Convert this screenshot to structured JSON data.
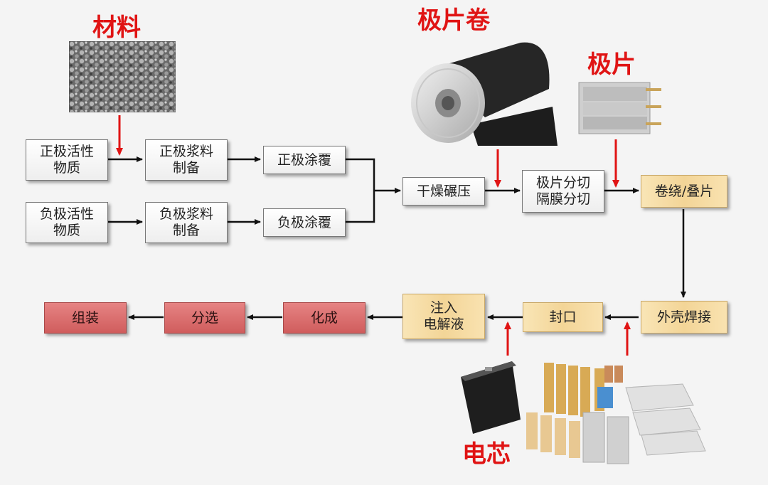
{
  "labels": {
    "material": "材料",
    "electrode_roll": "极片卷",
    "electrode": "极片",
    "cell": "电芯"
  },
  "steps": {
    "pos_active": "正极活性\n物质",
    "neg_active": "负极活性\n物质",
    "pos_slurry": "正极浆料\n制备",
    "neg_slurry": "负极浆料\n制备",
    "pos_coat": "正极涂覆",
    "neg_coat": "负极涂覆",
    "dry_roll": "干燥碾压",
    "cut": "极片分切\n隔膜分切",
    "wind": "卷绕/叠片",
    "weld": "外壳焊接",
    "seal": "封口",
    "inject": "注入\n电解液",
    "formation": "化成",
    "sorting": "分选",
    "assembly": "组装"
  },
  "colors": {
    "arrow_red": "#e01414",
    "label_red": "#e01414",
    "box_yellow": "#f3d597",
    "box_red": "#d96868"
  }
}
